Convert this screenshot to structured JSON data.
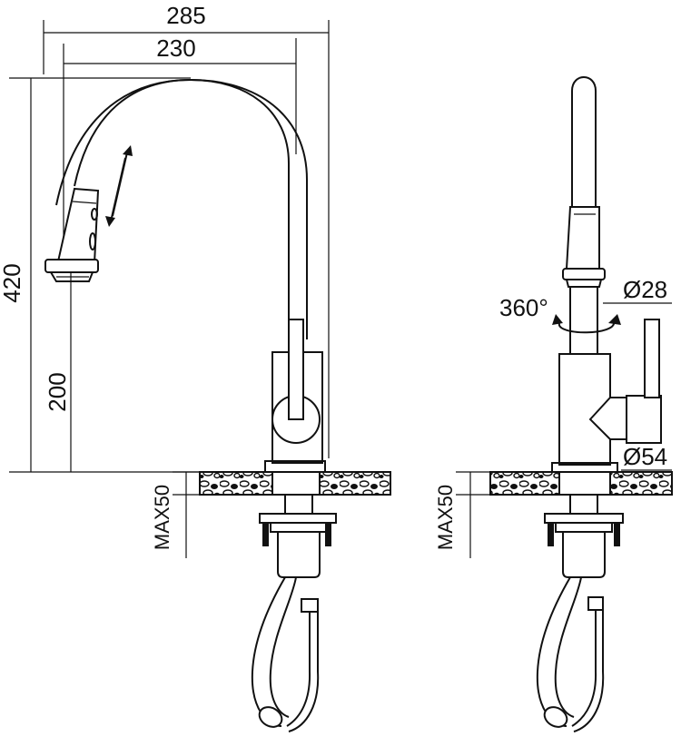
{
  "dimensions": {
    "overall_width": "285",
    "spout_reach": "230",
    "total_height": "420",
    "body_height": "200",
    "max_deck_left": "MAX50",
    "max_deck_right": "MAX50",
    "spout_diameter": "Ø28",
    "base_diameter": "Ø54",
    "rotation": "360°"
  },
  "colors": {
    "line": "#111111",
    "background": "#ffffff"
  }
}
